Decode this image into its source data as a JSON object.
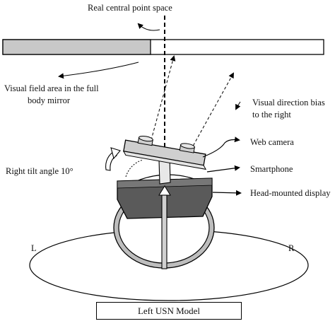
{
  "diagram": {
    "labels": {
      "center_space": "Real central point space",
      "field_area_line1": "Visual field area in the full",
      "field_area_line2": "body mirror",
      "direction_bias_line1": "Visual direction bias",
      "direction_bias_line2": "to the right",
      "web_camera": "Web camera",
      "smartphone": "Smartphone",
      "hmd": "Head-mounted display",
      "tilt": "Right tilt angle 10°",
      "left": "L",
      "right": "R",
      "model": "Left USN Model"
    },
    "colors": {
      "field_fill": "#c8c8c8",
      "device_dark": "#555555",
      "device_light": "#cfcfcf",
      "ring": "#bbbbbb",
      "stroke": "#000000"
    }
  }
}
